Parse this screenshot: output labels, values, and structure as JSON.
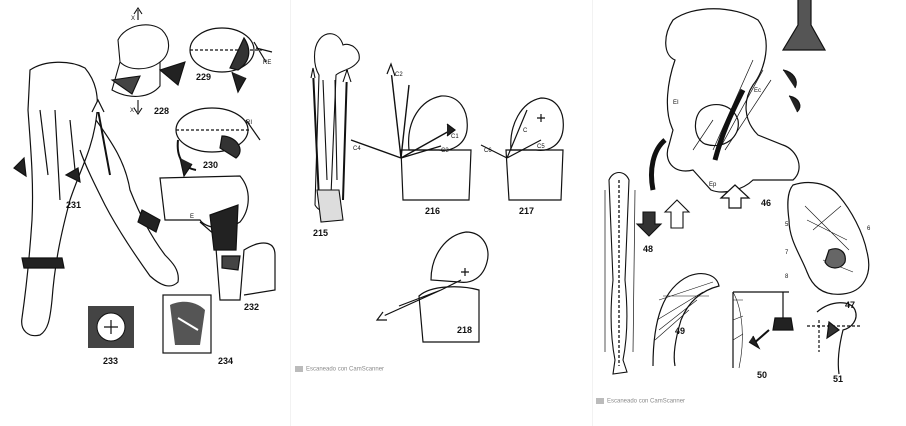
{
  "panels": {
    "left": {
      "figures": [
        "231",
        "228",
        "229",
        "230",
        "232",
        "233",
        "234"
      ],
      "small_labels": [
        "X",
        "X'",
        "RE",
        "RI",
        "E"
      ]
    },
    "middle": {
      "figures": [
        "215",
        "216",
        "217",
        "218"
      ],
      "small_labels": [
        "C2",
        "C1",
        "C3",
        "C4",
        "C5",
        "C6",
        "C"
      ],
      "watermark": "Escaneado con CamScanner"
    },
    "right": {
      "figures": [
        "46",
        "47",
        "48",
        "49",
        "50",
        "51"
      ],
      "small_labels": [
        "EI",
        "Ec",
        "Ep",
        "5",
        "6",
        "7",
        "8"
      ],
      "watermark": "Escaneado con CamScanner"
    }
  },
  "icons": [
    "camscanner-icon"
  ]
}
